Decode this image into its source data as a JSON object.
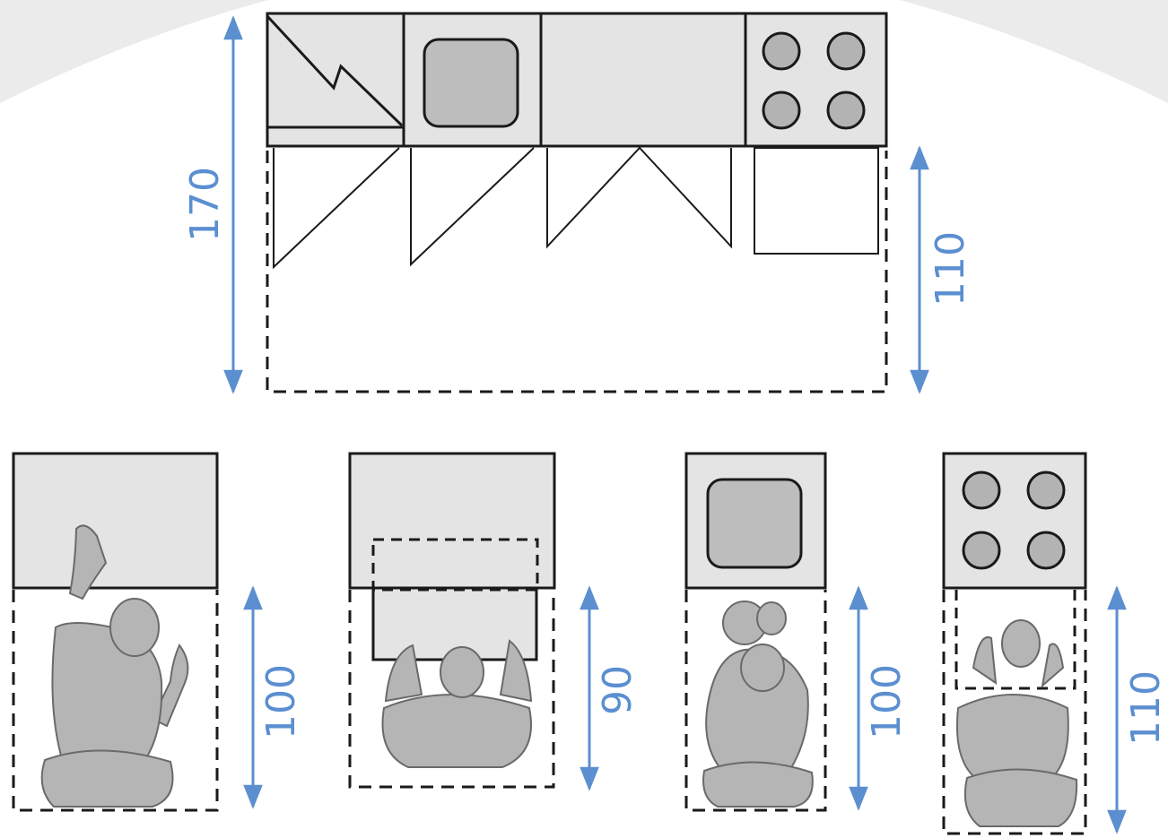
{
  "colors": {
    "background_arc": "#ebebeb",
    "counter_fill": "#e4e4e4",
    "sink_fill": "#bdbdbd",
    "burner_fill": "#b3b3b3",
    "person_fill": "#b5b5b5",
    "line": "#1a1a1a",
    "dimension": "#5b8fd0"
  },
  "plan": {
    "total_depth_label": "170",
    "door_depth_label": "110",
    "modules": [
      {
        "type": "dishwasher",
        "icon": "zigzag-icon"
      },
      {
        "type": "sink",
        "icon": "sink-icon"
      },
      {
        "type": "counter",
        "icon": "double-door-icon"
      },
      {
        "type": "cooktop",
        "icon": "cooktop-icon"
      }
    ]
  },
  "stations": [
    {
      "name": "upper-cabinet",
      "clearance_label": "100",
      "icon": "person-reaching-icon"
    },
    {
      "name": "drawer",
      "clearance_label": "90",
      "icon": "person-drawer-icon"
    },
    {
      "name": "sink",
      "clearance_label": "100",
      "icon": "person-washing-icon"
    },
    {
      "name": "cooktop",
      "clearance_label": "110",
      "icon": "person-cooking-icon"
    }
  ]
}
